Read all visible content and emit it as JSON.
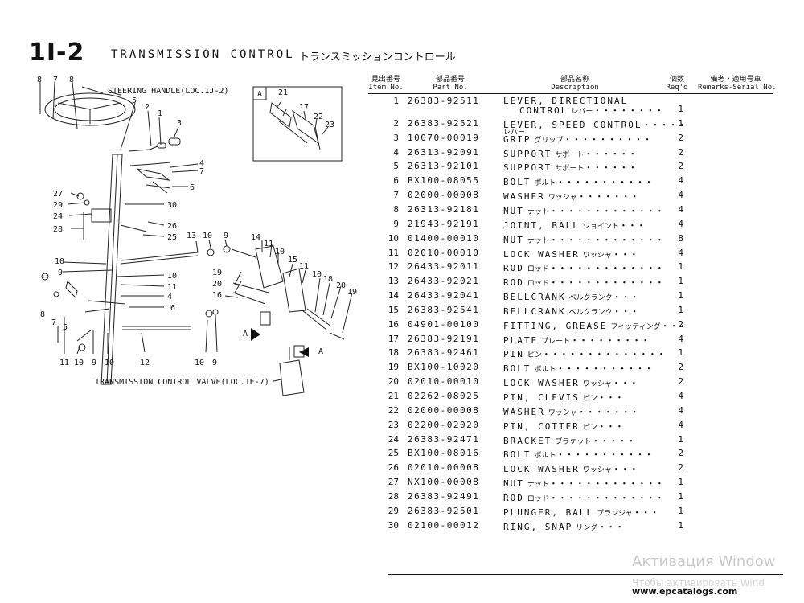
{
  "header": {
    "code": "1I-2",
    "title": "TRANSMISSION CONTROL",
    "title_jp": "トランスミッションコントロール"
  },
  "columns": {
    "item_jp": "見出番号",
    "item_en": "Item No.",
    "part_jp": "部品番号",
    "part_en": "Part No.",
    "desc_jp": "部品名称",
    "desc_en": "Description",
    "qty_jp": "個数",
    "qty_en": "Req'd",
    "remarks_jp": "備考・適用号車",
    "remarks_en": "Remarks-Serial No."
  },
  "parts": [
    {
      "item": "1",
      "part_no": "26383-92511",
      "desc": "LEVER, DIRECTIONAL",
      "desc2": "CONTROL",
      "jp": "レバー",
      "qty": "1"
    },
    {
      "item": "2",
      "part_no": "26383-92521",
      "desc": "LEVER, SPEED CONTROL",
      "desc2": "",
      "jp": "レバー",
      "qty": "1"
    },
    {
      "item": "3",
      "part_no": "10070-00019",
      "desc": "GRIP",
      "desc2": "",
      "jp": "グリップ",
      "qty": "2"
    },
    {
      "item": "4",
      "part_no": "26313-92091",
      "desc": "SUPPORT",
      "desc2": "",
      "jp": "サポート",
      "qty": "2"
    },
    {
      "item": "5",
      "part_no": "26313-92101",
      "desc": "SUPPORT",
      "desc2": "",
      "jp": "サポート",
      "qty": "2"
    },
    {
      "item": "6",
      "part_no": "BX100-08055",
      "desc": "BOLT",
      "desc2": "",
      "jp": "ボルト",
      "qty": "4"
    },
    {
      "item": "7",
      "part_no": "02000-00008",
      "desc": "WASHER",
      "desc2": "",
      "jp": "ワッシャ",
      "qty": "4"
    },
    {
      "item": "8",
      "part_no": "26313-92181",
      "desc": "NUT",
      "desc2": "",
      "jp": "ナット",
      "qty": "4"
    },
    {
      "item": "9",
      "part_no": "21943-92191",
      "desc": "JOINT, BALL",
      "desc2": "",
      "jp": "ジョイント",
      "qty": "4"
    },
    {
      "item": "10",
      "part_no": "01400-00010",
      "desc": "NUT",
      "desc2": "",
      "jp": "ナット",
      "qty": "8"
    },
    {
      "item": "11",
      "part_no": "02010-00010",
      "desc": "LOCK WASHER",
      "desc2": "",
      "jp": "ワッシャ",
      "qty": "4"
    },
    {
      "item": "12",
      "part_no": "26433-92011",
      "desc": "ROD",
      "desc2": "",
      "jp": "ロッド",
      "qty": "1"
    },
    {
      "item": "13",
      "part_no": "26433-92021",
      "desc": "ROD",
      "desc2": "",
      "jp": "ロッド",
      "qty": "1"
    },
    {
      "item": "14",
      "part_no": "26433-92041",
      "desc": "BELLCRANK",
      "desc2": "",
      "jp": "ベルクランク",
      "qty": "1"
    },
    {
      "item": "15",
      "part_no": "26383-92541",
      "desc": "BELLCRANK",
      "desc2": "",
      "jp": "ベルクランク",
      "qty": "1"
    },
    {
      "item": "16",
      "part_no": "04901-00100",
      "desc": "FITTING, GREASE",
      "desc2": "",
      "jp": "フィッティング",
      "qty": "2"
    },
    {
      "item": "17",
      "part_no": "26383-92191",
      "desc": "PLATE",
      "desc2": "",
      "jp": "プレート",
      "qty": "4"
    },
    {
      "item": "18",
      "part_no": "26383-92461",
      "desc": "PIN",
      "desc2": "",
      "jp": "ピン",
      "qty": "1"
    },
    {
      "item": "19",
      "part_no": "BX100-10020",
      "desc": "BOLT",
      "desc2": "",
      "jp": "ボルト",
      "qty": "2"
    },
    {
      "item": "20",
      "part_no": "02010-00010",
      "desc": "LOCK WASHER",
      "desc2": "",
      "jp": "ワッシャ",
      "qty": "2"
    },
    {
      "item": "21",
      "part_no": "02262-08025",
      "desc": "PIN, CLEVIS",
      "desc2": "",
      "jp": "ピン",
      "qty": "4"
    },
    {
      "item": "22",
      "part_no": "02000-00008",
      "desc": "WASHER",
      "desc2": "",
      "jp": "ワッシャ",
      "qty": "4"
    },
    {
      "item": "23",
      "part_no": "02200-02020",
      "desc": "PIN, COTTER",
      "desc2": "",
      "jp": "ピン",
      "qty": "4"
    },
    {
      "item": "24",
      "part_no": "26383-92471",
      "desc": "BRACKET",
      "desc2": "",
      "jp": "ブラケット",
      "qty": "1"
    },
    {
      "item": "25",
      "part_no": "BX100-08016",
      "desc": "BOLT",
      "desc2": "",
      "jp": "ボルト",
      "qty": "2"
    },
    {
      "item": "26",
      "part_no": "02010-00008",
      "desc": "LOCK WASHER",
      "desc2": "",
      "jp": "ワッシャ",
      "qty": "2"
    },
    {
      "item": "27",
      "part_no": "NX100-00008",
      "desc": "NUT",
      "desc2": "",
      "jp": "ナット",
      "qty": "1"
    },
    {
      "item": "28",
      "part_no": "26383-92491",
      "desc": "ROD",
      "desc2": "",
      "jp": "ロッド",
      "qty": "1"
    },
    {
      "item": "29",
      "part_no": "26383-92501",
      "desc": "PLUNGER, BALL",
      "desc2": "",
      "jp": "プランジャ",
      "qty": "1"
    },
    {
      "item": "30",
      "part_no": "02100-00012",
      "desc": "RING, SNAP",
      "desc2": "",
      "jp": "リング",
      "qty": "1"
    }
  ],
  "diagram": {
    "steering_label": "STEERING HANDLE(LOC.1J-2)",
    "valve_label": "TRANSMISSION CONTROL VALVE(LOC.1E-7)",
    "inset_label": "A",
    "arrow_label": "A",
    "callouts": [
      "1",
      "2",
      "3",
      "4",
      "5",
      "6",
      "7",
      "8",
      "9",
      "10",
      "11",
      "12",
      "13",
      "14",
      "15",
      "16",
      "17",
      "18",
      "19",
      "20",
      "21",
      "22",
      "23",
      "24",
      "25",
      "26",
      "27",
      "28",
      "29",
      "30"
    ]
  },
  "footer": {
    "url": "www.epcatalogs.com",
    "watermark": "Активация Window",
    "watermark2": "Чтобы активировать Wind"
  }
}
